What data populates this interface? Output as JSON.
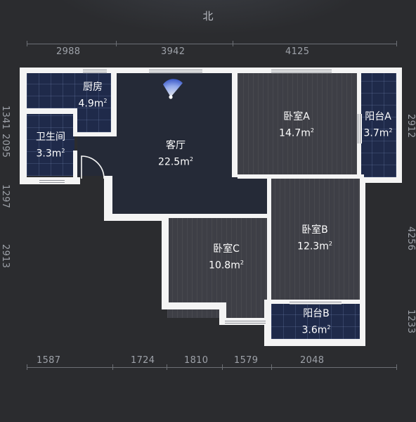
{
  "north_label": "北",
  "dims_top": [
    "2988",
    "3942",
    "4125"
  ],
  "dims_bottom": [
    "1587",
    "1724",
    "1810",
    "1579",
    "2048"
  ],
  "dims_left": [
    "1341",
    "2095",
    "1297",
    "2913"
  ],
  "dims_right": [
    "2912",
    "4256",
    "1233"
  ],
  "rooms": {
    "kitchen": {
      "name": "厨房",
      "area": "4.9m"
    },
    "bathroom": {
      "name": "卫生间",
      "area": "3.3m"
    },
    "living": {
      "name": "客厅",
      "area": "22.5m"
    },
    "bedroom_a": {
      "name": "卧室A",
      "area": "14.7m"
    },
    "balcony_a": {
      "name": "阳台A",
      "area": "3.7m"
    },
    "bedroom_b": {
      "name": "卧室B",
      "area": "12.3m"
    },
    "bedroom_c": {
      "name": "卧室C",
      "area": "10.8m"
    },
    "balcony_b": {
      "name": "阳台B",
      "area": "3.6m"
    }
  },
  "area_superscript": "2",
  "colors": {
    "background": "#2b2c2f",
    "wall": "#f4f4f4",
    "wood_floor": "#3e3f46",
    "tile_floor": "#1f2a4a",
    "dimension_text": "#9da1a8"
  },
  "icons": [
    "camera-view-icon",
    "door-swing-icon"
  ]
}
